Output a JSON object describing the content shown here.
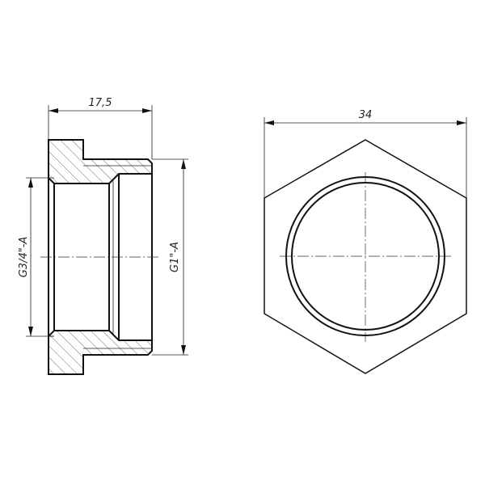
{
  "drawing": {
    "section_view": {
      "length_dimension": "17,5",
      "inner_thread_label": "G3/4\"-A",
      "outer_thread_label": "G1\"-A"
    },
    "end_view": {
      "across_flats_dimension": "34"
    },
    "line_color": "#111111"
  }
}
